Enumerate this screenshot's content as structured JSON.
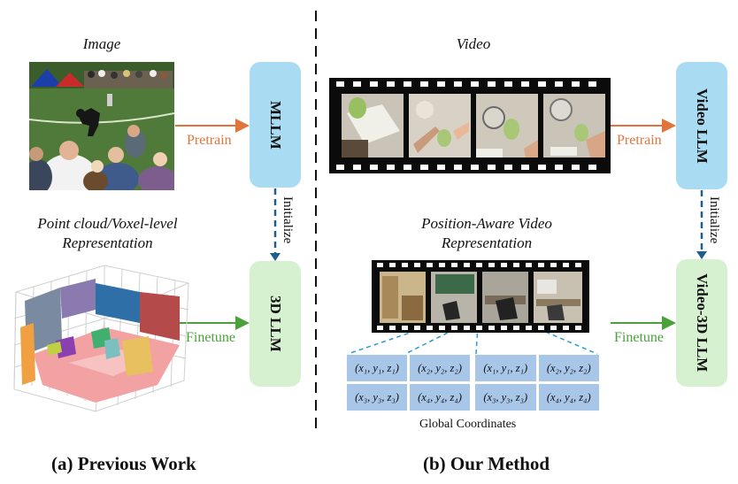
{
  "left": {
    "image_caption": "Image",
    "pointcloud_caption_line1": "Point cloud/Voxel-level",
    "pointcloud_caption_line2": "Representation",
    "mllm_label": "MLLM",
    "llm3d_label": "3D LLM",
    "pretrain_label": "Pretrain",
    "finetune_label": "Finetune",
    "initialize_label": "Initialize",
    "title": "(a) Previous Work"
  },
  "right": {
    "video_caption": "Video",
    "pos_caption_line1": "Position-Aware Video",
    "pos_caption_line2": "Representation",
    "videollm_label": "Video LLM",
    "video3d_label": "Video-3D LLM",
    "pretrain_label": "Pretrain",
    "finetune_label": "Finetune",
    "initialize_label": "Initialize",
    "global_coords_label": "Global Coordinates",
    "coord_grids": [
      [
        "(x₁, y₁, z₁)",
        "(x₂, y₂, z₂)",
        "(x₃, y₃, z₃)",
        "(x₄, y₄, z₄)"
      ],
      [
        "(x₁, y₁, z₁)",
        "(x₂, y₂, z₂)",
        "(x₃, y₃, z₃)",
        "(x₄, y₄, z₄)"
      ]
    ],
    "title": "(b) Our Method"
  },
  "colors": {
    "box_blue": "#a9dcf2",
    "box_green": "#d6f1cf",
    "pretrain_arrow": "#e2733a",
    "finetune_arrow": "#4aa13a",
    "initialize_arrow": "#1f5f8b",
    "coord_cell": "#a8c6e8",
    "dashed_connector": "#2a9bd0"
  }
}
